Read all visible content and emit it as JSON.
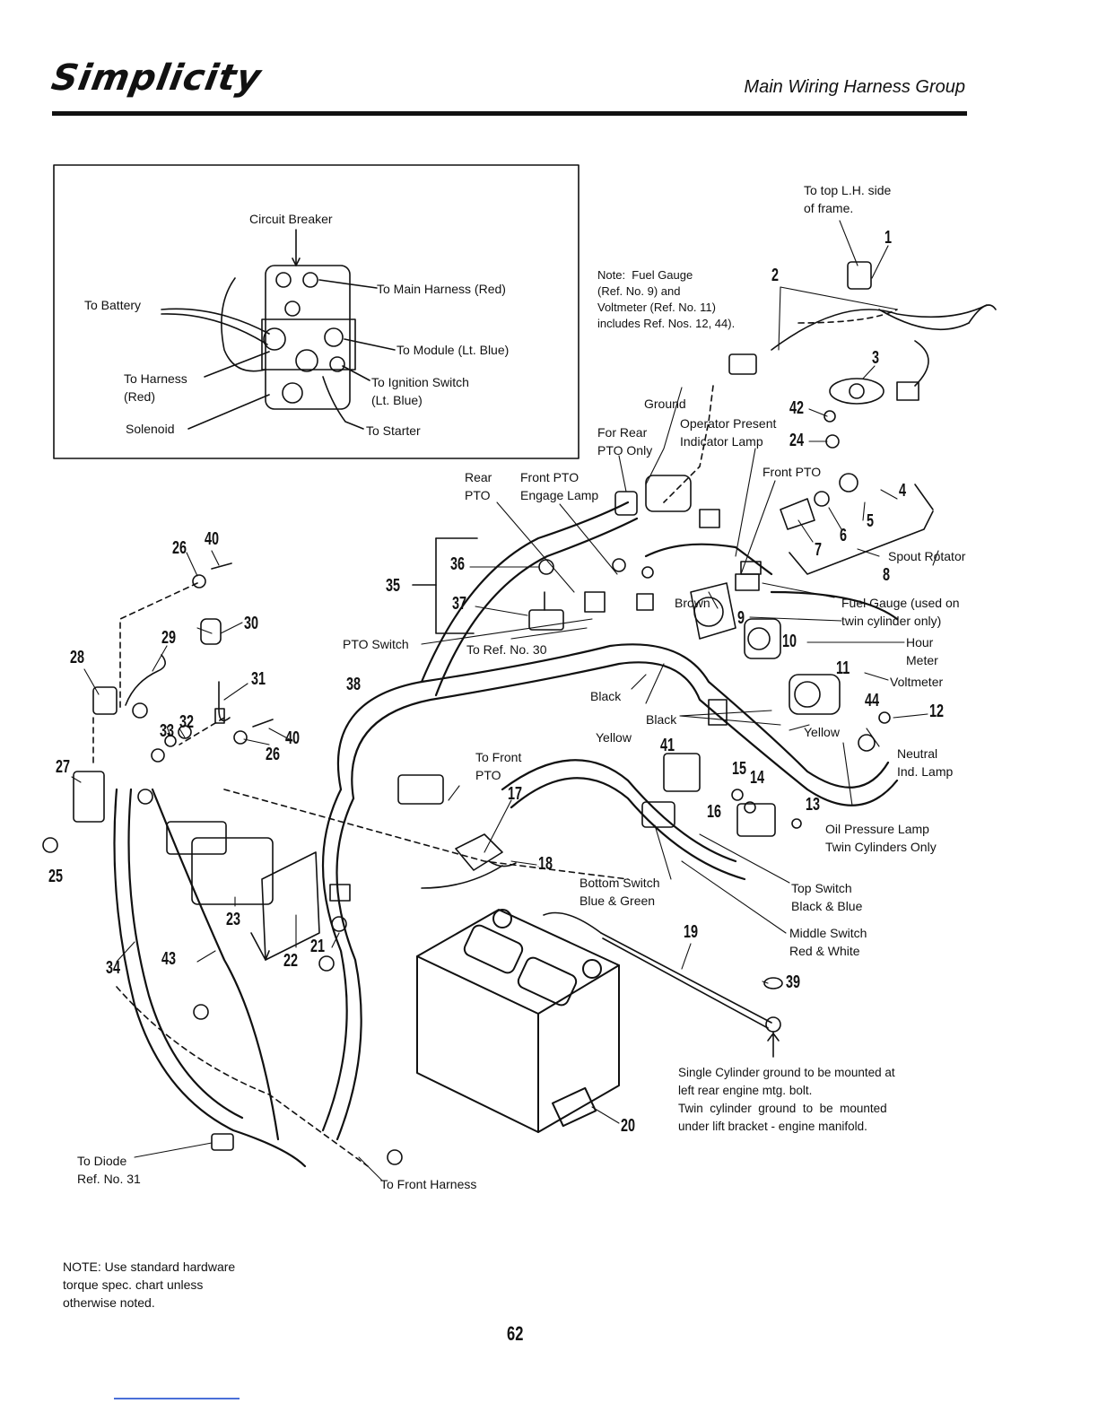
{
  "header": {
    "brand": "Simplicity",
    "section_title": "Main Wiring Harness Group"
  },
  "inset": {
    "circuit_breaker": "Circuit Breaker",
    "to_battery": "To Battery",
    "to_main_harness": "To Main Harness (Red)",
    "to_module": "To Module (Lt. Blue)",
    "to_harness": "To Harness\n(Red)",
    "to_ignition": "To Ignition Switch\n(Lt. Blue)",
    "solenoid": "Solenoid",
    "to_starter": "To Starter"
  },
  "labels": {
    "to_top_lh": "To top L.H. side\nof frame.",
    "note_fuel": "Note:  Fuel Gauge\n(Ref. No. 9) and\nVoltmeter (Ref. No. 11)\nincludes Ref. Nos. 12, 44).",
    "ground": "Ground",
    "for_rear_pto": "For Rear\nPTO Only",
    "operator_present": "Operator Present\nIndicator Lamp",
    "rear_pto": "Rear\nPTO",
    "front_pto_engage": "Front PTO\nEngage Lamp",
    "front_pto": "Front PTO",
    "spout_rotator": "Spout Rotator",
    "fuel_gauge": "Fuel Gauge (used on\ntwin cylinder only)",
    "brown": "Brown",
    "hour_meter": "Hour\nMeter",
    "voltmeter": "Voltmeter",
    "pto_switch": "PTO Switch",
    "to_ref_30": "To Ref. No. 30",
    "black_1": "Black",
    "black_2": "Black",
    "yellow_1": "Yellow",
    "yellow_2": "Yellow",
    "neutral": "Neutral\nInd. Lamp",
    "to_front_pto": "To Front\nPTO",
    "oil_pressure": "Oil Pressure Lamp\nTwin Cylinders Only",
    "bottom_switch": "Bottom Switch\nBlue & Green",
    "top_switch": "Top Switch\nBlack & Blue",
    "middle_switch": "Middle Switch\nRed & White",
    "ground_note": "Single Cylinder ground to be mounted at\nleft rear engine mtg. bolt.\nTwin  cylinder  ground  to  be  mounted\nunder lift bracket - engine manifold.",
    "to_diode": "To Diode\nRef. No. 31",
    "to_front_harness": "To Front Harness"
  },
  "parts": {
    "p1": "1",
    "p2": "2",
    "p3": "3",
    "p4": "4",
    "p5": "5",
    "p6": "6",
    "p7": "7",
    "p8": "8",
    "p9": "9",
    "p10": "10",
    "p11": "11",
    "p12": "12",
    "p13": "13",
    "p14": "14",
    "p15": "15",
    "p16": "16",
    "p17": "17",
    "p18": "18",
    "p19": "19",
    "p20": "20",
    "p21": "21",
    "p22": "22",
    "p23": "23",
    "p24": "24",
    "p25": "25",
    "p26a": "26",
    "p26b": "26",
    "p27": "27",
    "p28": "28",
    "p29": "29",
    "p30": "30",
    "p31": "31",
    "p32": "32",
    "p33": "33",
    "p34": "34",
    "p35": "35",
    "p36": "36",
    "p37": "37",
    "p38": "38",
    "p39": "39",
    "p40a": "40",
    "p40b": "40",
    "p41": "41",
    "p42": "42",
    "p43": "43",
    "p44": "44"
  },
  "footer": {
    "note": "NOTE: Use standard hardware\ntorque spec. chart unless\notherwise noted.",
    "page_number": "62"
  }
}
